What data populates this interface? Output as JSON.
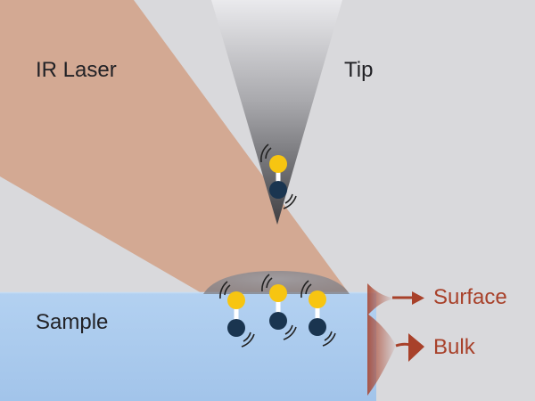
{
  "labels": {
    "laser": "IR Laser",
    "tip": "Tip",
    "sample": "Sample",
    "surface": "Surface",
    "bulk": "Bulk"
  },
  "colors": {
    "background": "#d9d9dc",
    "laser_beam": "#d2a58c",
    "sample": "#a6c7ec",
    "sample_edge": "#b9d6f3",
    "tip_dark": "#4b4b4f",
    "tip_light": "#e9e9ec",
    "atom_yellow": "#f7c511",
    "atom_navy": "#1a3550",
    "output_arrow": "#a8412a",
    "label_text": "#222226"
  },
  "icons": {
    "molecule": "diatomic-molecule-icon",
    "arrow": "right-arrow-icon"
  }
}
